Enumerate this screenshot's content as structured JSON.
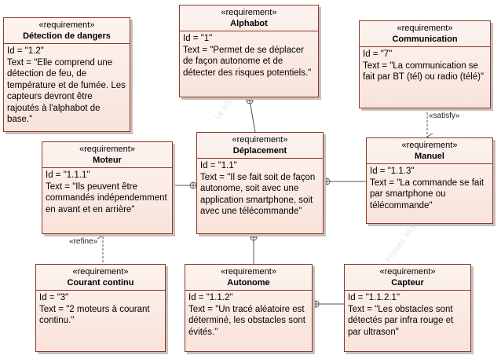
{
  "diagram": {
    "stereotype": "«requirement»",
    "requirements": {
      "detection": {
        "name": "Détection de dangers",
        "id": "Id = \"1.2\"",
        "text": "Text = \"Elle comprend une détection de feu, de température et de fumée. Les capteurs devront être rajoutés à l'alphabot de base.\""
      },
      "alphabot": {
        "name": "Alphabot",
        "id": "Id = \"1\"",
        "text": "Text = \"Permet de se déplacer de façon autonome et de détecter des risques potentiels.\""
      },
      "communication": {
        "name": "Communication",
        "id": "Id = \"7\"",
        "text": "Text = \"La communication se fait par BT (tél) ou radio (télé)\""
      },
      "moteur": {
        "name": "Moteur",
        "id": "Id = \"1.1.1\"",
        "text": "Text = \"Ils peuvent être commandés indépendemment en avant et en arrière\""
      },
      "deplacement": {
        "name": "Déplacement",
        "id": "Id = \"1.1\"",
        "text": "Text = \"Il se fait soit de façon autonome, soit avec une application smartphone, soit avec une télécommande\""
      },
      "manuel": {
        "name": "Manuel",
        "id": "Id = \"1.1.3\"",
        "text": "Text = \"La commande se fait par smartphone ou télécommande\""
      },
      "courant": {
        "name": "Courant continu",
        "id": "Id = \"3\"",
        "text": "Text = \"2 moteurs à courant continu.\""
      },
      "autonome": {
        "name": "Autonome",
        "id": "Id = \"1.1.2\"",
        "text": "Text = \"Un tracé aléatoire est déterminé, les obstacles sont évités.\""
      },
      "capteur": {
        "name": "Capteur",
        "id": "Id = \"1.1.2.1\"",
        "text": "Text = \"Les obstacles sont détectés par infra rouge et par ultrason\""
      }
    },
    "relations": {
      "satisfy_label": "«satisfy»",
      "refine_label": "«refine»"
    }
  }
}
